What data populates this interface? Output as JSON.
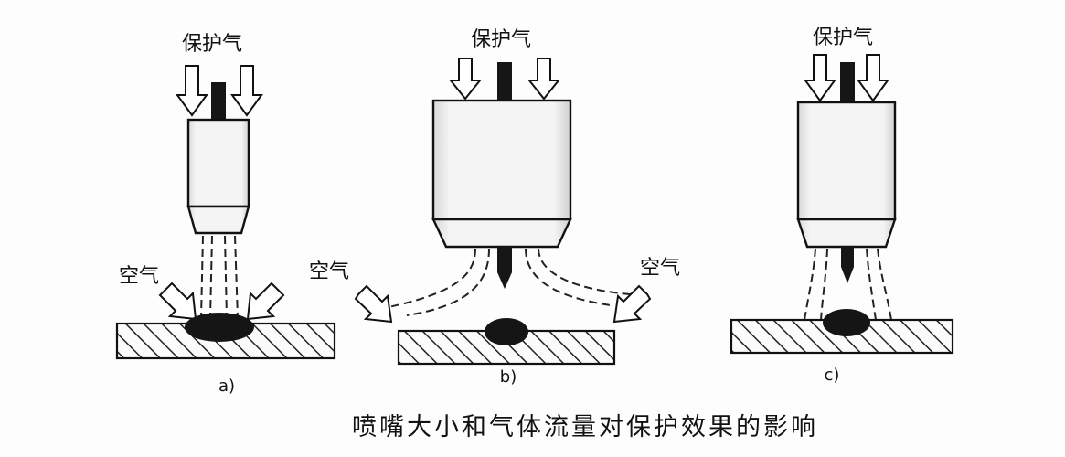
{
  "labels": {
    "shield_gas": "保护气",
    "air": "空气"
  },
  "panels": {
    "a": "a)",
    "b": "b)",
    "c": "c)"
  },
  "caption": "喷嘴大小和气体流量对保护效果的影响"
}
